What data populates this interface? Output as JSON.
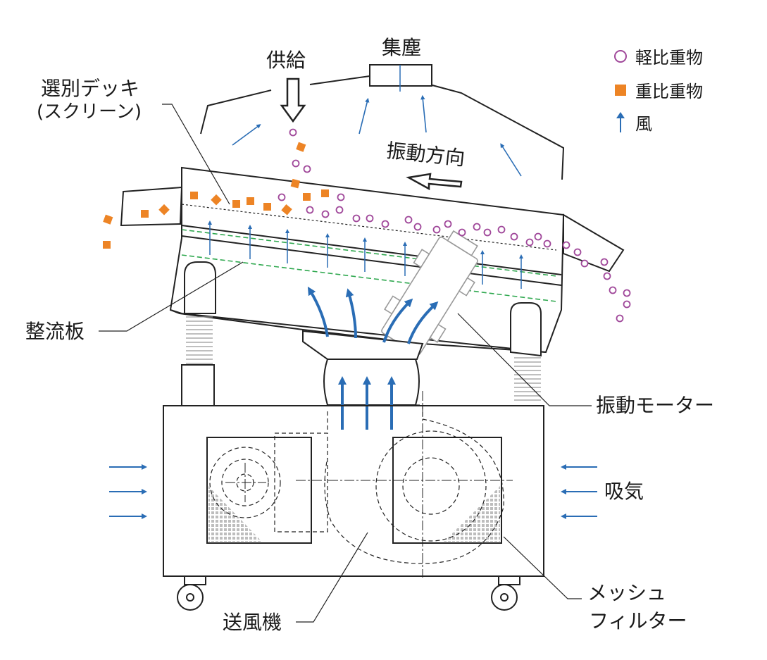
{
  "labels": {
    "supply": "供給",
    "dust_collection": "集塵",
    "sorting_deck": "選別デッキ",
    "screen": "(スクリーン)",
    "vibration_direction": "振動方向",
    "flow_straightener": "整流板",
    "vibration_motor": "振動モーター",
    "intake": "吸気",
    "blower": "送風機",
    "mesh": "メッシュ",
    "filter": "フィルター"
  },
  "legend": [
    {
      "symbol": "circle-icon",
      "label": "軽比重物",
      "color": "#a0489a"
    },
    {
      "symbol": "square-icon",
      "label": "重比重物",
      "color": "#ed8425"
    },
    {
      "symbol": "arrow-up-icon",
      "label": "風",
      "color": "#2a6db5"
    }
  ],
  "colors": {
    "light_particle": "#a0489a",
    "heavy_particle": "#ed8425",
    "wind": "#2a6db5",
    "flow_plate": "#2fa84f",
    "line": "#222222"
  }
}
